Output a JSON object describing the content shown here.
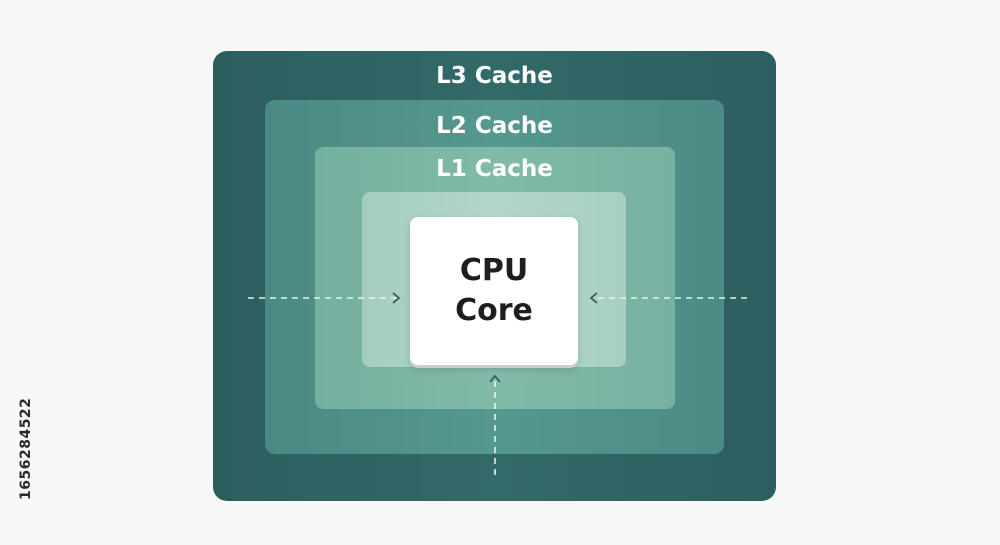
{
  "diagram": {
    "layers": [
      {
        "id": "l3",
        "label": "L3 Cache",
        "color": "#2f6263"
      },
      {
        "id": "l2",
        "label": "L2 Cache",
        "color": "#52948c"
      },
      {
        "id": "l1",
        "label": "L1 Cache",
        "color": "#7bb6a5"
      },
      {
        "id": "inner",
        "label": "",
        "color": "#acd2c4"
      }
    ],
    "core": {
      "line1": "CPU",
      "line2": "Core",
      "color": "#ffffff"
    },
    "arrows": [
      {
        "id": "arrow-left",
        "direction": "right"
      },
      {
        "id": "arrow-right",
        "direction": "left"
      },
      {
        "id": "arrow-bottom",
        "direction": "up"
      }
    ]
  },
  "watermark_id": "1656284522"
}
